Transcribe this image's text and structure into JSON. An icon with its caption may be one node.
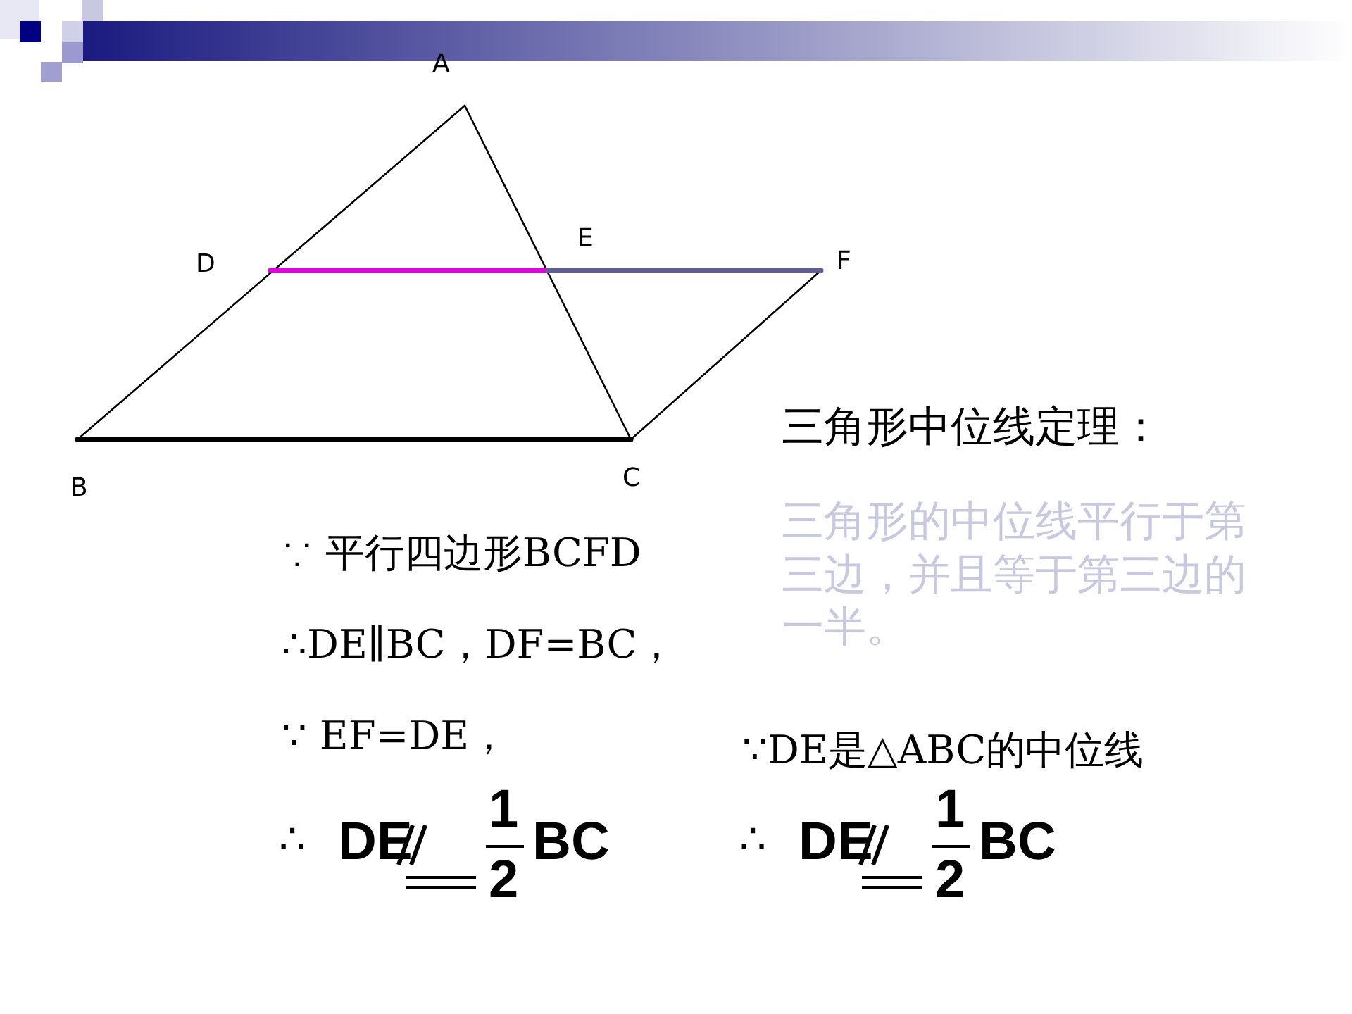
{
  "diagram": {
    "labels": [
      "A",
      "E",
      "D",
      "F",
      "B",
      "C",
      "三角形中位线定理：",
      "三角形的中位线平行于第三边，并且等于第三边的一半。",
      "∵ 平行四边形BCFD",
      "∴DE∥BC，DF=BC，",
      "∵ EF=DE，",
      "∵DE是△ABC的中位线",
      "∴",
      "DE",
      "1",
      "2",
      "BC",
      "∴",
      "DE",
      "1",
      "2",
      "BC"
    ]
  }
}
